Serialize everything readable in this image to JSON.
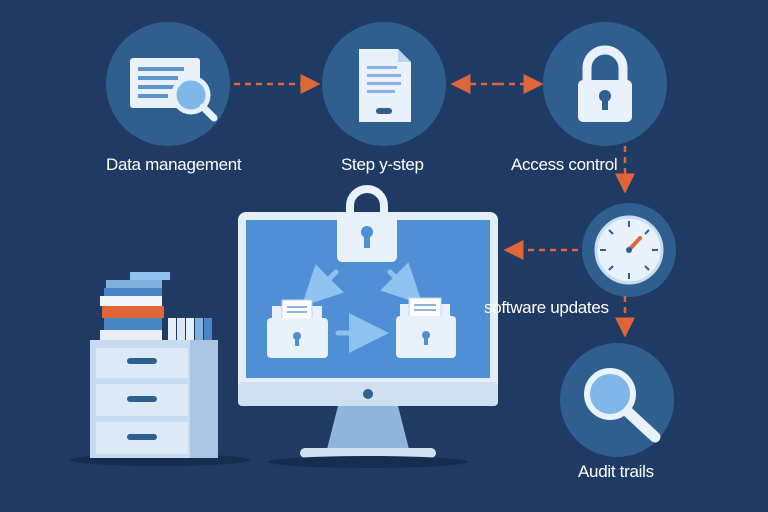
{
  "nodes": {
    "data_management": {
      "label": "Data management",
      "icon": "document-magnifier-icon"
    },
    "step_by_step": {
      "label": "Step y-step",
      "icon": "document-icon"
    },
    "access_control": {
      "label": "Access control",
      "icon": "padlock-icon"
    },
    "software_updates": {
      "label": "software updates",
      "icon": "gauge-icon"
    },
    "audit_trails": {
      "label": "Audit trails",
      "icon": "magnifying-glass-icon"
    }
  },
  "colors": {
    "background": "#1f3a63",
    "circle": "#2e5f8f",
    "arrow": "#e0663a",
    "screen": "#4f8fd6",
    "icon_light": "#e9f1fb"
  }
}
